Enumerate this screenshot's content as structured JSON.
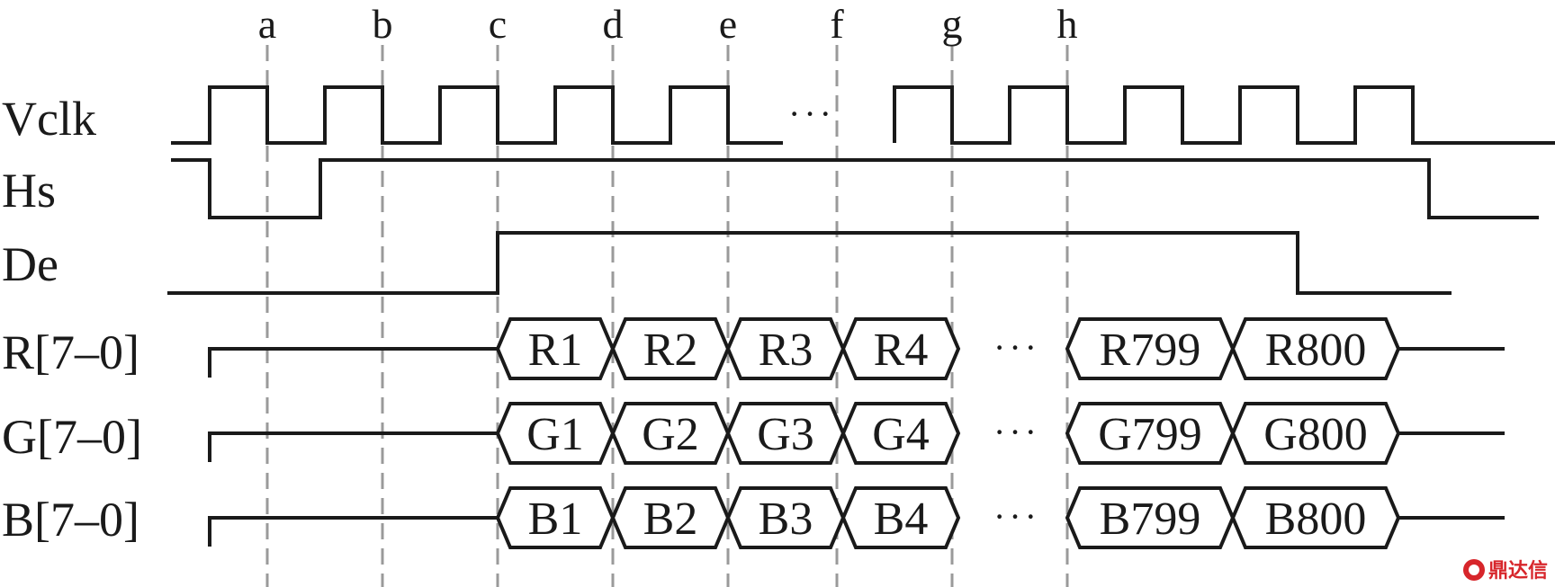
{
  "diagram": {
    "time_markers": [
      "a",
      "b",
      "c",
      "d",
      "e",
      "f",
      "g",
      "h"
    ],
    "signals": {
      "vclk": "Vclk",
      "hs": "Hs",
      "de": "De",
      "r": "R[7–0]",
      "g": "G[7–0]",
      "b": "B[7–0]"
    },
    "vclk_gap": "···",
    "bus_gap": "···",
    "buses": {
      "r": [
        "R1",
        "R2",
        "R3",
        "R4",
        "R799",
        "R800"
      ],
      "g": [
        "G1",
        "G2",
        "G3",
        "G4",
        "G799",
        "G800"
      ],
      "b": [
        "B1",
        "B2",
        "B3",
        "B4",
        "B799",
        "B800"
      ]
    }
  },
  "watermark": {
    "text": "鼎达信",
    "color": "#d7262b"
  }
}
